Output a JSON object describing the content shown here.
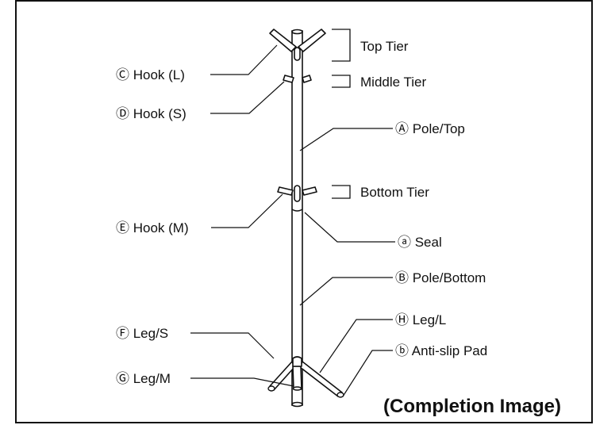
{
  "labels": {
    "top_tier": "Top Tier",
    "middle_tier": "Middle Tier",
    "bottom_tier": "Bottom Tier",
    "hook_l": "Ⓒ Hook (L)",
    "hook_s": "Ⓓ Hook (S)",
    "hook_m": "Ⓔ Hook (M)",
    "leg_s": "Ⓕ Leg/S",
    "leg_m": "Ⓖ Leg/M",
    "pole_top": "Ⓐ Pole/Top",
    "seal": "ⓐ Seal",
    "pole_bottom": "Ⓑ Pole/Bottom",
    "leg_l": "Ⓗ Leg/L",
    "anti_slip_pad": "ⓑ Anti-slip Pad"
  },
  "caption": "(Completion Image)"
}
